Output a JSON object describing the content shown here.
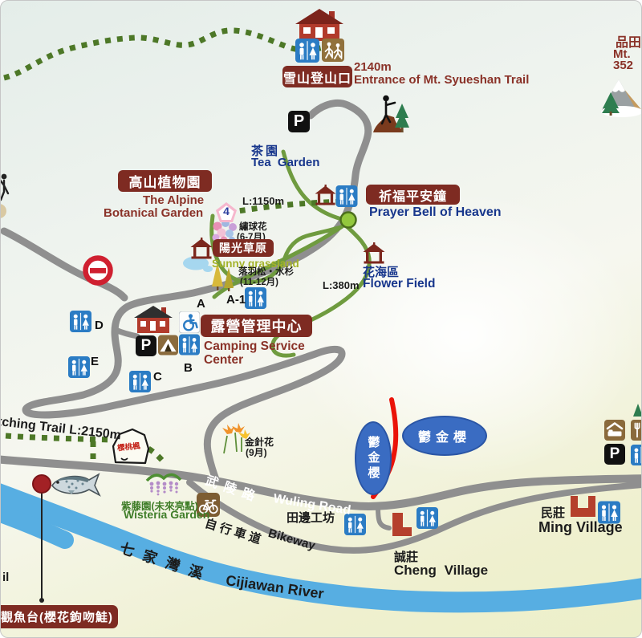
{
  "colors": {
    "label_red": "#7e2b22",
    "text_red": "#8a3228",
    "text_blue": "#17368c",
    "road_gray": "#8f8f8f",
    "trail_green": "#6f9b3f",
    "dash_green": "#4d7827",
    "river_blue": "#57aee2",
    "oval_blue": "#3a6cc2",
    "red_line": "#ea1308",
    "toilet_blue": "#2b7cc4"
  },
  "trailhead": {
    "zh": "雪山登山口",
    "elevation": "2140m",
    "en": "Entrance of Mt. Syueshan Trail"
  },
  "pintian": {
    "zh": "品田",
    "mt": "Mt.",
    "elev": "352"
  },
  "tea": {
    "zh": "茶園",
    "en": "Tea Garden"
  },
  "botanical": {
    "zh": "高山植物園",
    "en1": "The Alpine",
    "en2": "Botanical Garden"
  },
  "trails": {
    "l1150": "L:1150m",
    "l380": "L:380m",
    "fish": "tching Trail L:2150m"
  },
  "badge": {
    "n": "4"
  },
  "flora": {
    "hydrangea_zh": "繡球花",
    "hydrangea_period": "(6-7月)",
    "cypress_zh": "落羽松・水杉",
    "cypress_period": "(11-12月)",
    "daylily_zh": "金針花",
    "daylily_period": "(9月)"
  },
  "sunny": {
    "zh": "陽光草原",
    "en": "Sunny grassland"
  },
  "bell": {
    "zh": "祈福平安鐘",
    "en": "Prayer Bell of Heaven"
  },
  "flower_field": {
    "zh": "花海區",
    "en": "Flower Field"
  },
  "camp": {
    "zh": "露營管理中心",
    "en1": "Camping Service",
    "en2": "Center",
    "sites": {
      "a": "A",
      "a1": "A-1",
      "b": "B",
      "c": "C",
      "d": "D",
      "e": "E"
    }
  },
  "icons": {
    "parking_label": "P"
  },
  "rock": {
    "zh": "櫻桃楓"
  },
  "roads": {
    "wuling_zh": "武陵路",
    "wuling_en": "Wuling Road",
    "bikeway_zh": "自行車道",
    "bikeway_en": "Bikeway"
  },
  "cherry": {
    "zh": "鬱金櫻"
  },
  "wisteria": {
    "zh": "紫藤園(未來亮點)",
    "en": "Wisteria Garden"
  },
  "workshop": {
    "zh": "田邊工坊"
  },
  "cheng": {
    "zh": "誠莊",
    "en": "Cheng Village"
  },
  "ming": {
    "zh": "民莊",
    "en": "Ming Village"
  },
  "river": {
    "zh": "七家灣溪",
    "en": "Cijiawan River"
  },
  "platform": {
    "label": "觀魚台(櫻花鉤吻鮭)"
  },
  "fragments": {
    "il": "il"
  }
}
